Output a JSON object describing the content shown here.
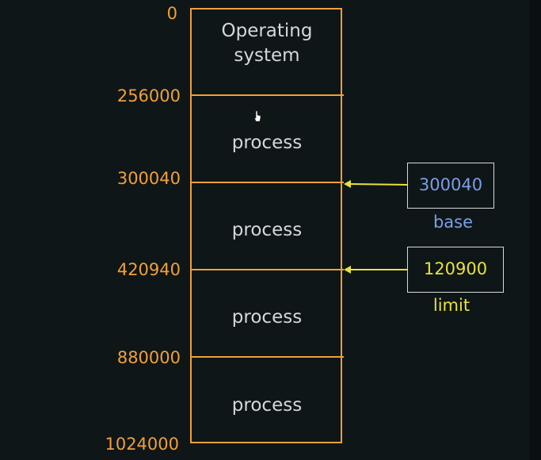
{
  "segments": [
    {
      "label": "Operating\nsystem"
    },
    {
      "label": "process"
    },
    {
      "label": "process"
    },
    {
      "label": "process"
    },
    {
      "label": "process"
    }
  ],
  "addresses": [
    "0",
    "256000",
    "300040",
    "420940",
    "880000",
    "1024000"
  ],
  "registers": {
    "base": {
      "value": "300040",
      "caption": "base",
      "color": "#7a9ee8"
    },
    "limit": {
      "value": "120900",
      "caption": "limit",
      "color": "#e8e23a"
    }
  },
  "colors": {
    "memory_border": "#f0a03a",
    "address_text": "#f0a03a",
    "segment_text": "#d4d8da",
    "background": "#0e1617"
  }
}
